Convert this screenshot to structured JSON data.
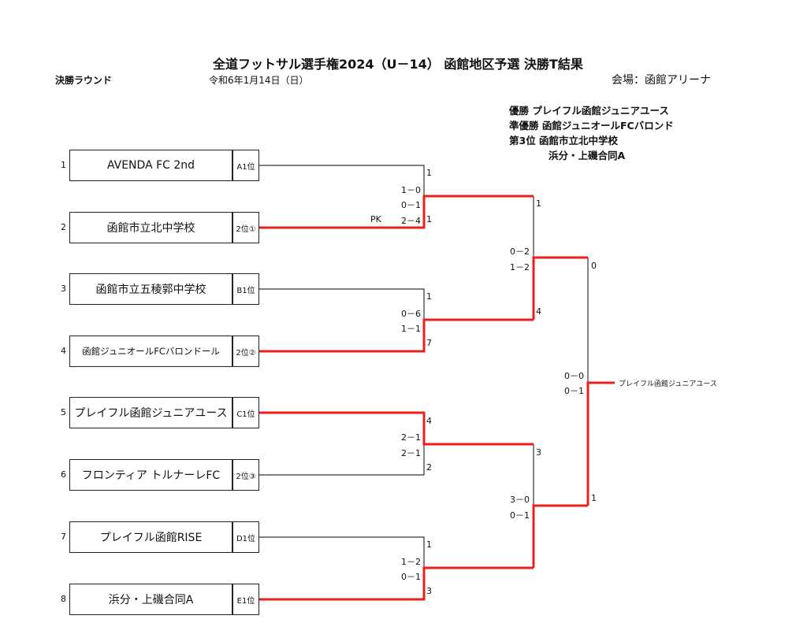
{
  "header": {
    "title": "全道フットサル選手権2024（U－14） 函館地区予選 決勝T結果",
    "round_label": "決勝ラウンド",
    "date": "令和6年1月14日（日）",
    "venue": "会場：函館アリーナ"
  },
  "results": {
    "champion": "優勝 プレイフル函館ジュニアユース",
    "runner_up": "準優勝 函館ジュニオールFCバロンド",
    "third_1": "第3位 函館市立北中学校",
    "third_2": "浜分・上磯合同A"
  },
  "teams": [
    {
      "num": "1",
      "name": "AVENDA FC 2nd",
      "seed": "A1位"
    },
    {
      "num": "2",
      "name": "函館市立北中学校",
      "seed": "2位①"
    },
    {
      "num": "3",
      "name": "函館市立五稜郭中学校",
      "seed": "B1位"
    },
    {
      "num": "4",
      "name": "函館ジュニオールFCバロンドール",
      "seed": "2位②"
    },
    {
      "num": "5",
      "name": "プレイフル函館ジュニアユース",
      "seed": "C1位"
    },
    {
      "num": "6",
      "name": "フロンティア トルナーレFC",
      "seed": "2位③"
    },
    {
      "num": "7",
      "name": "プレイフル函館RISE",
      "seed": "D1位"
    },
    {
      "num": "8",
      "name": "浜分・上磯合同A",
      "seed": "E1位"
    }
  ],
  "scores": {
    "r1": [
      {
        "top": "1",
        "bottom": "1",
        "half1": "1－0",
        "half2": "0－1",
        "pk_label": "PK",
        "pk": "2－4"
      },
      {
        "top": "1",
        "bottom": "7",
        "half1": "0－6",
        "half2": "1－1"
      },
      {
        "top": "4",
        "bottom": "2",
        "half1": "2－1",
        "half2": "2－1"
      },
      {
        "top": "1",
        "bottom": "3",
        "half1": "1－2",
        "half2": "0－1"
      }
    ],
    "r2": [
      {
        "top": "1",
        "bottom": "4",
        "half1": "0－2",
        "half2": "1－2"
      },
      {
        "top": "3",
        "bottom": "1",
        "half1": "3－0",
        "half2": "0－1"
      }
    ],
    "final": {
      "top": "0",
      "bottom": "1",
      "half1": "0－0",
      "half2": "0－1"
    }
  },
  "winner_label": "プレイフル函館ジュニアユース",
  "colors": {
    "winner_line": "#e8221b",
    "loser_line": "#333333"
  }
}
